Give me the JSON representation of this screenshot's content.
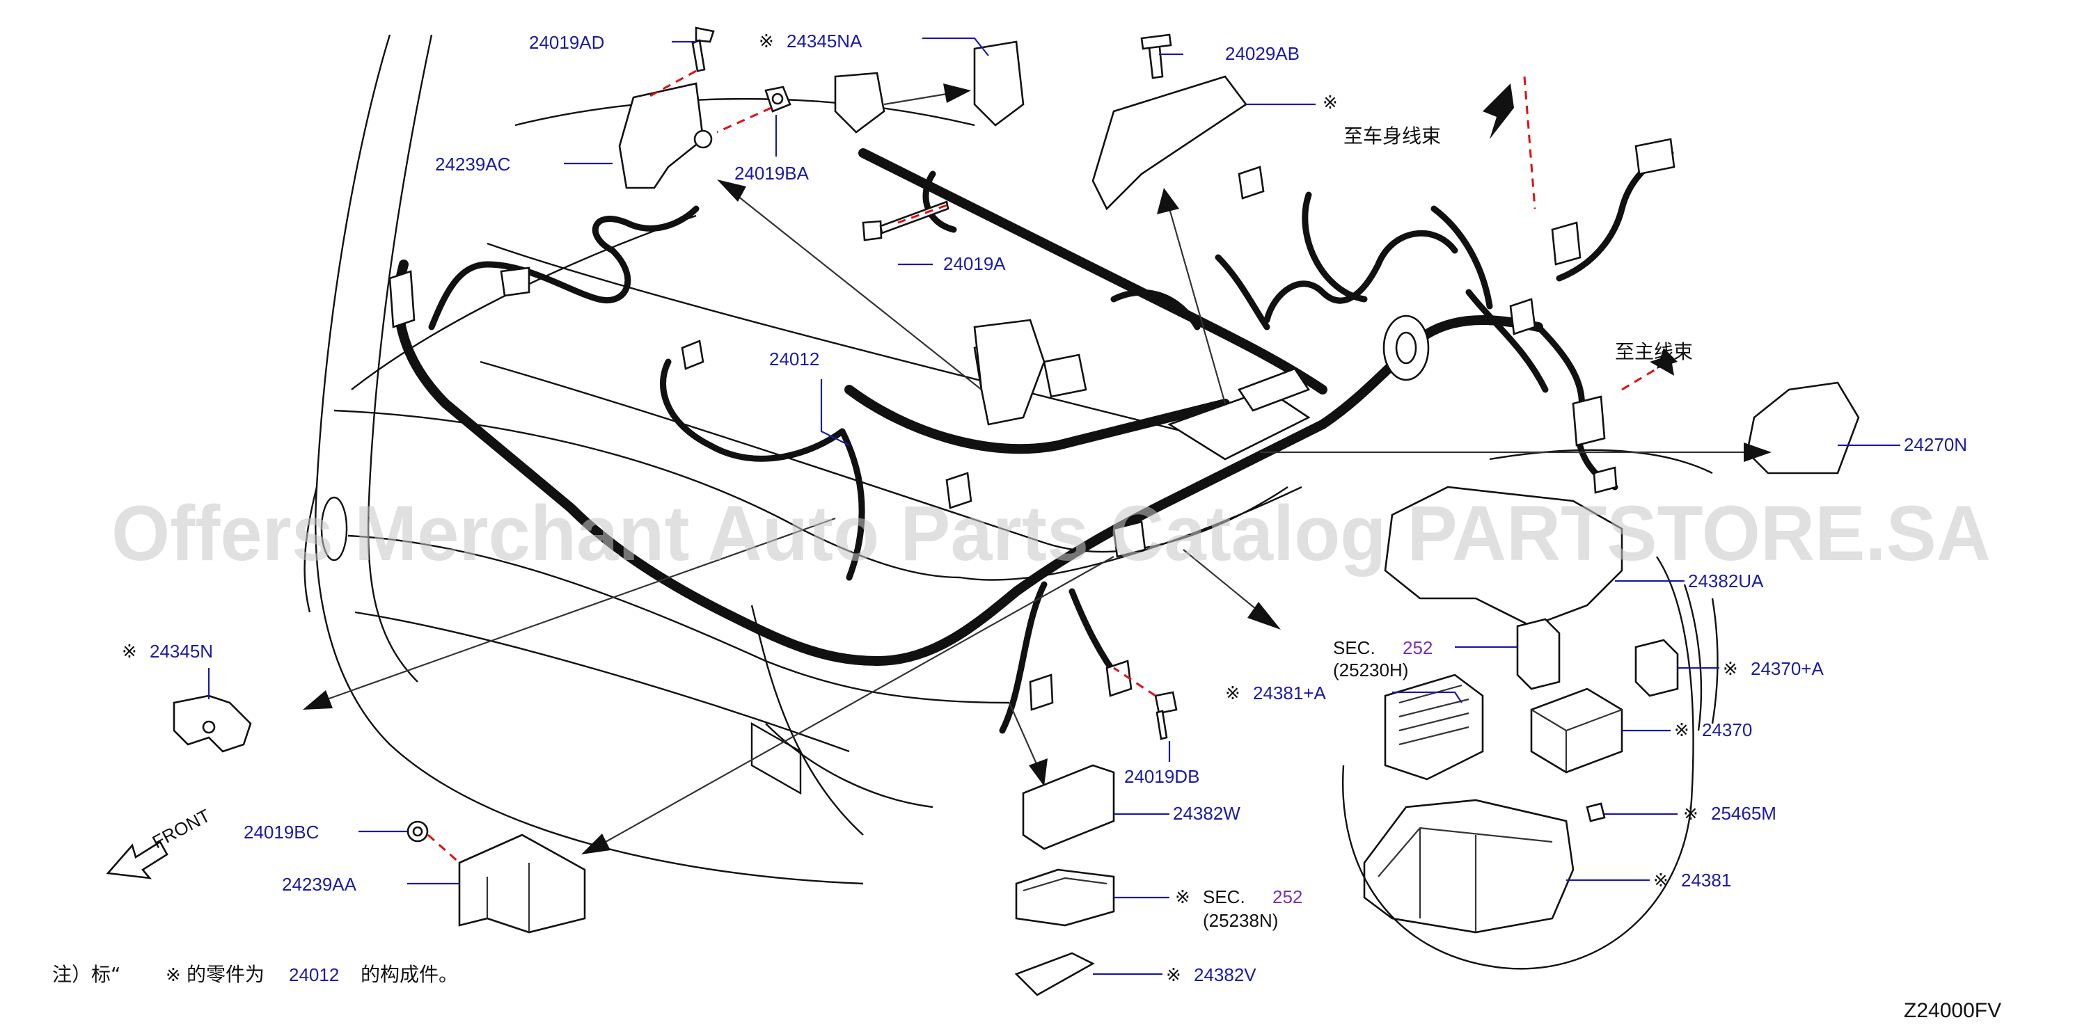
{
  "diagram_code": "Z24000FV",
  "watermark": "Offers Merchant Auto Parts Catalog PARTSTORE.SA",
  "direction": {
    "front": "FRONT"
  },
  "annotations": {
    "to_body_harness": "至车身线束",
    "to_main_harness": "至主线束"
  },
  "note": {
    "prefix": "注）标“",
    "mark": "※",
    "middle": "的零件为",
    "part": "24012",
    "suffix": "的构成件。"
  },
  "mark": "※",
  "sec_labels": {
    "sec_word": "SEC.",
    "sec_num": "252",
    "ref_h": "(25230H)",
    "ref_n": "(25238N)"
  },
  "parts": {
    "p24019AD": "24019AD",
    "p24345NA": "24345NA",
    "p24029AB": "24029AB",
    "p24239AC": "24239AC",
    "p24019BA": "24019BA",
    "p24019A": "24019A",
    "p24012": "24012",
    "p24270N": "24270N",
    "p24382UA": "24382UA",
    "p24345N": "24345N",
    "p24370A": "24370+A",
    "p24381A": "24381+A",
    "p24370": "24370",
    "p24019DB": "24019DB",
    "p24382W": "24382W",
    "p25465M": "25465M",
    "p24019BC": "24019BC",
    "p24239AA": "24239AA",
    "p24381": "24381",
    "p24382V": "24382V"
  }
}
